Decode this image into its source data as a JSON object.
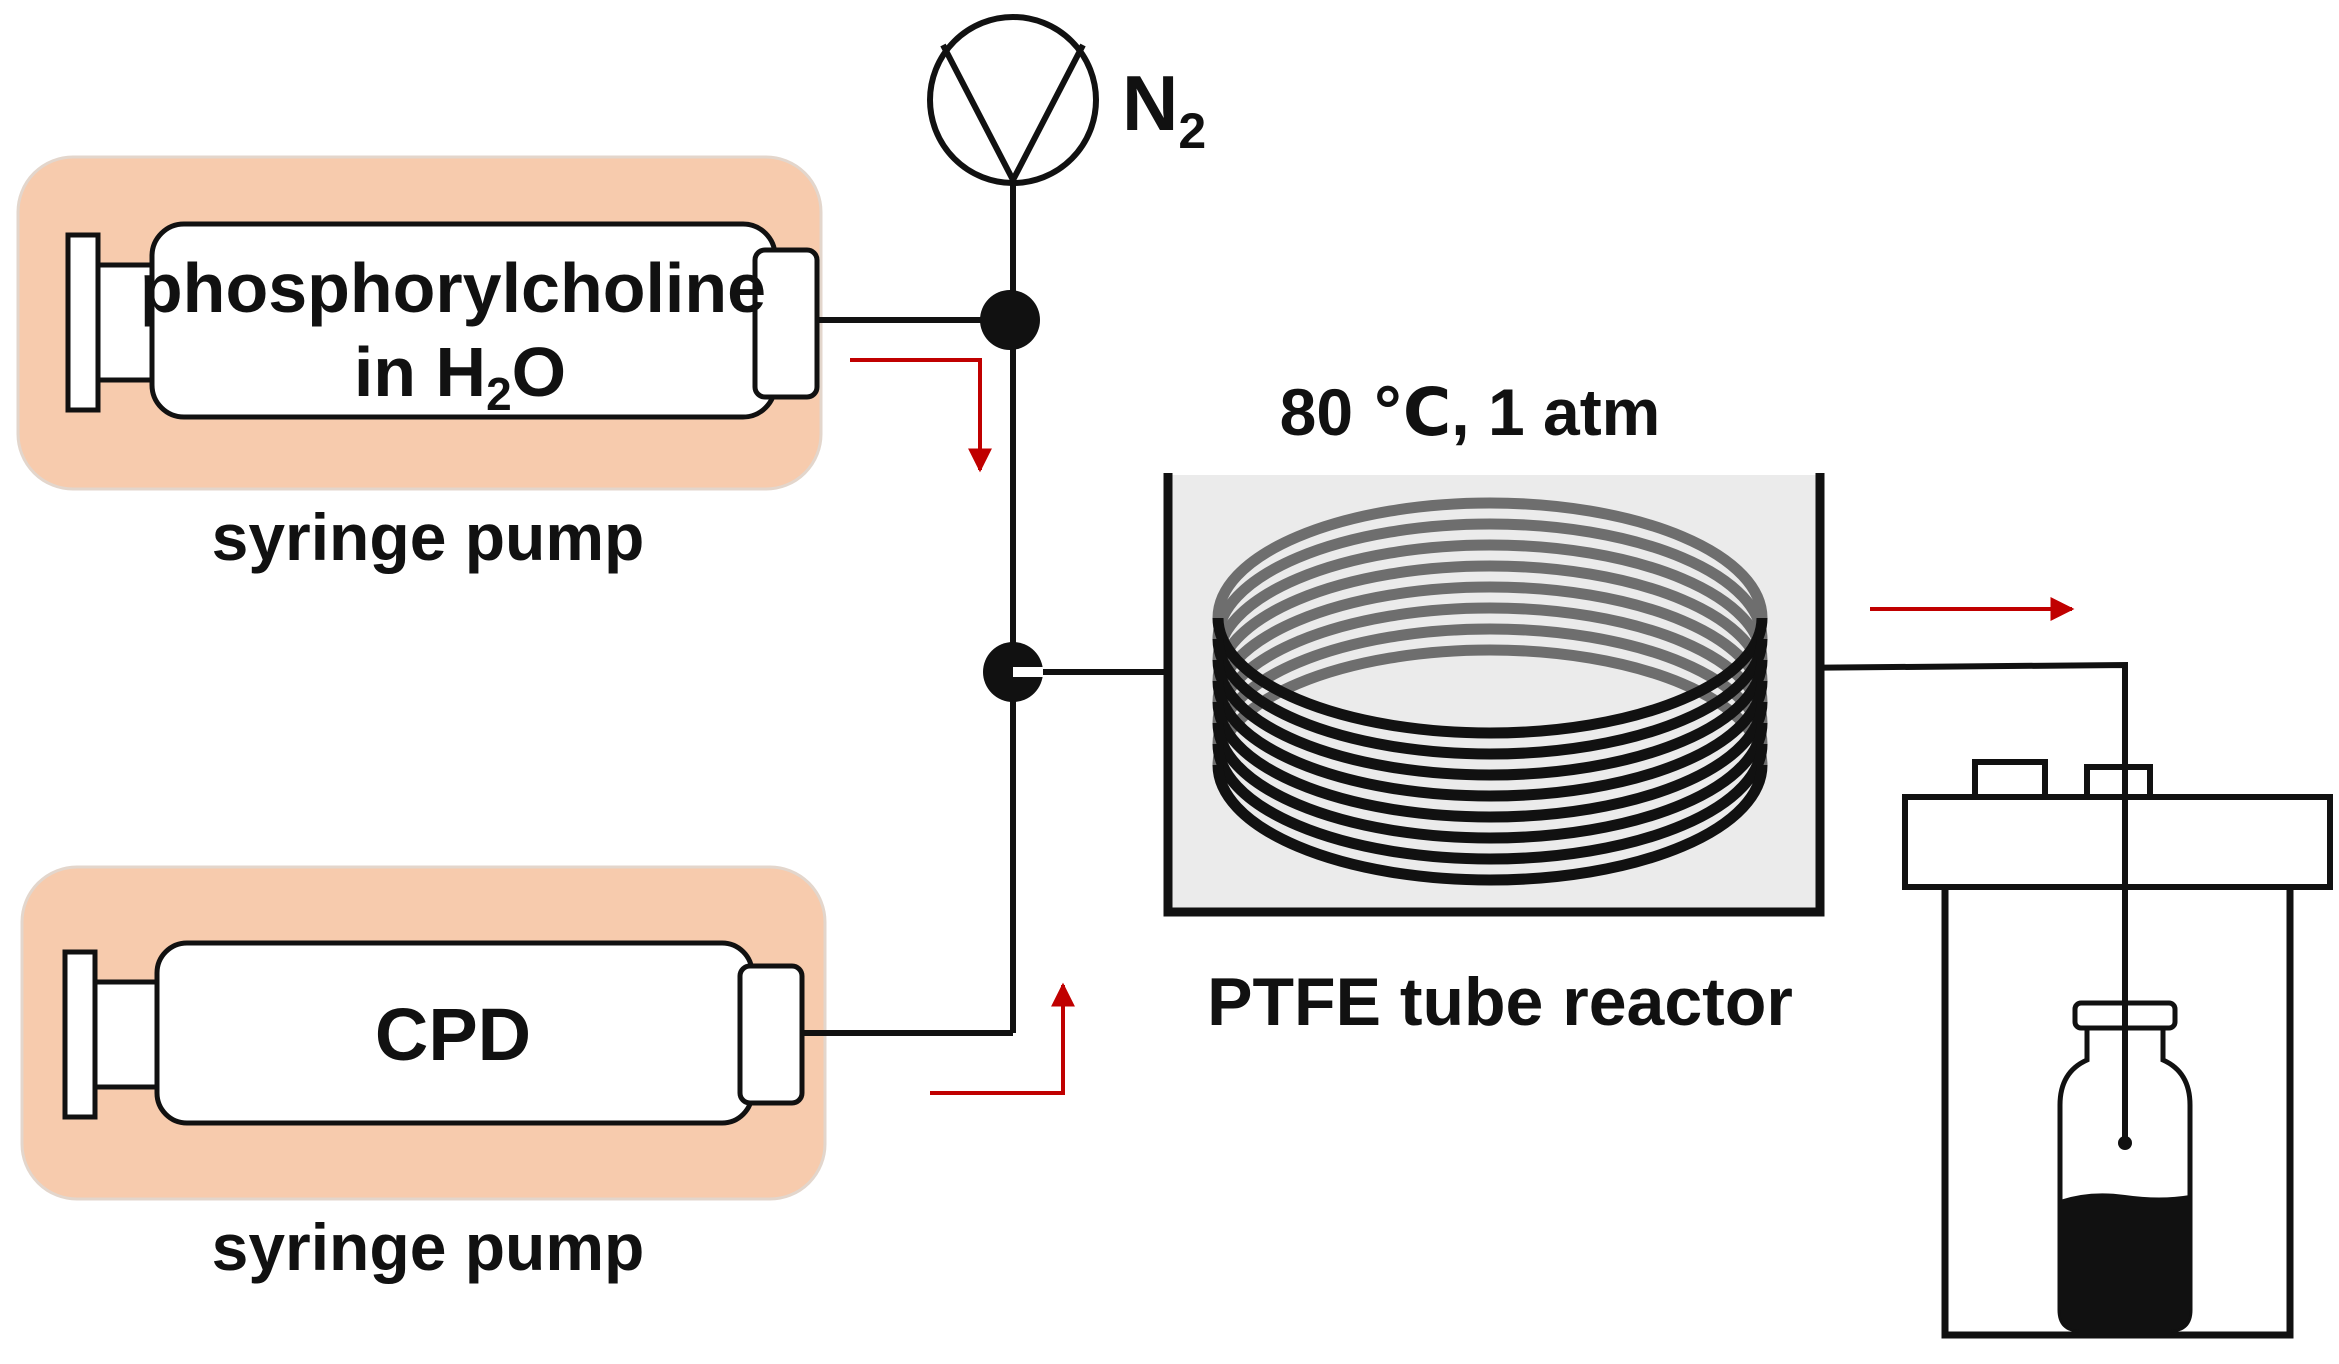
{
  "gas_label": {
    "main": "N",
    "sub": "2"
  },
  "pump_top": {
    "syringe_line1": "phosphorylcholine",
    "syringe_line2_prefix": "in H",
    "syringe_line2_sub": "2",
    "syringe_line2_suffix": "O",
    "caption": "syringe pump"
  },
  "pump_bottom": {
    "syringe_label": "CPD",
    "caption": "syringe pump"
  },
  "reactor": {
    "conditions": "80 ℃, 1 atm",
    "caption": "PTFE tube reactor",
    "coil_turns": 8
  },
  "colors": {
    "pump_panel": "#f7cbad",
    "flow_arrow": "#c00000",
    "bath": "#ebebeb",
    "coil": "#6e6e6e",
    "line": "#111111"
  }
}
